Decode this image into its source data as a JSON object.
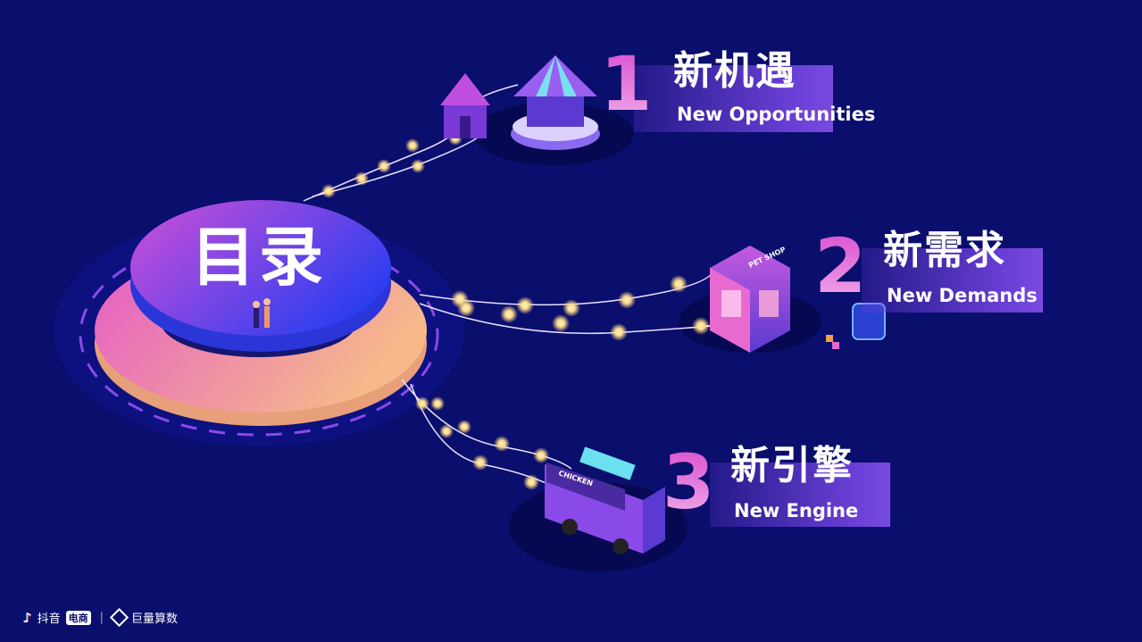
{
  "center": {
    "title": "目录"
  },
  "items": [
    {
      "number": "1",
      "title_zh": "新机遇",
      "title_en": "New Opportunities",
      "icon": "carousel-circus-icon"
    },
    {
      "number": "2",
      "title_zh": "新需求",
      "title_en": "New Demands",
      "icon": "pet-shop-icon",
      "sign": "PET SHOP"
    },
    {
      "number": "3",
      "title_zh": "新引擎",
      "title_en": "New Engine",
      "icon": "food-truck-icon",
      "sign": "CHICKEN"
    }
  ],
  "footer": {
    "brand1": "抖音",
    "brand1_badge": "电商",
    "separator": "|",
    "brand2": "巨量算数"
  },
  "colors": {
    "background": "#0a0e6c",
    "accent_pink": "#e05ad6",
    "accent_purple": "#6a3fd6",
    "peach": "#f5b08a"
  }
}
